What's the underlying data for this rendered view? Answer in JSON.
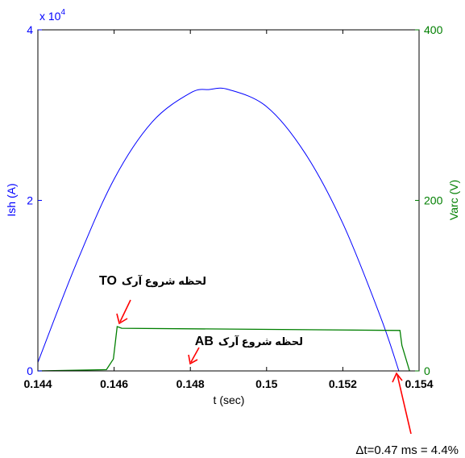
{
  "colors": {
    "left_axis": "#0000ff",
    "right_axis": "#007f00",
    "annotation_arrow": "#ff0000",
    "text": "#000000"
  },
  "chart_data": {
    "type": "line",
    "xlabel": "t (sec)",
    "xlim": [
      0.144,
      0.154
    ],
    "x_ticks": [
      "0.144",
      "0.146",
      "0.148",
      "0.15",
      "0.152",
      "0.154"
    ],
    "left_axis": {
      "label": "Ish (A)",
      "ylim": [
        0,
        40000
      ],
      "tick_labels": [
        "0",
        "2",
        "4"
      ],
      "exponent_label": "x 10",
      "exponent_power": "4"
    },
    "right_axis": {
      "label": "Varc (V)",
      "ylim": [
        0,
        400
      ],
      "tick_labels": [
        "0",
        "200",
        "400"
      ]
    },
    "series": [
      {
        "axis": "left",
        "x": [
          0.144,
          0.145,
          0.146,
          0.147,
          0.148,
          0.1485,
          0.149,
          0.15,
          0.151,
          0.152,
          0.153,
          0.15347
        ],
        "values": [
          1000,
          12500,
          22500,
          29200,
          32600,
          33000,
          33000,
          31000,
          25600,
          17300,
          6200,
          0
        ]
      },
      {
        "axis": "right",
        "x": [
          0.144,
          0.1458,
          0.14598,
          0.14608,
          0.1462,
          0.1535,
          0.15355,
          0.15375
        ],
        "values": [
          0,
          1.5,
          14,
          52,
          50,
          47.5,
          30,
          0
        ]
      }
    ],
    "annotations": [
      {
        "text_ar": "لحظه شروع آرک",
        "text_bold": "TO"
      },
      {
        "text_ar": "لحظه شروع آرک",
        "text_bold": "AB"
      },
      {
        "text": "Δt=0.47 ms = 4.4%"
      }
    ],
    "grid": false
  }
}
